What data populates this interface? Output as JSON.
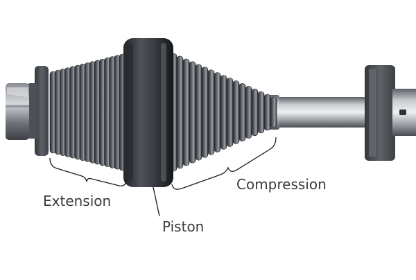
{
  "labels": {
    "extension": "Extension",
    "compression": "Compression",
    "piston": "Piston"
  },
  "colors": {
    "background": "#ffffff",
    "metal_dark": "#2b2d31",
    "metal_mid": "#585c63",
    "metal_light": "#b9bcc0",
    "label_text": "#3a3a3a",
    "leader_line": "#1a1a1a"
  }
}
